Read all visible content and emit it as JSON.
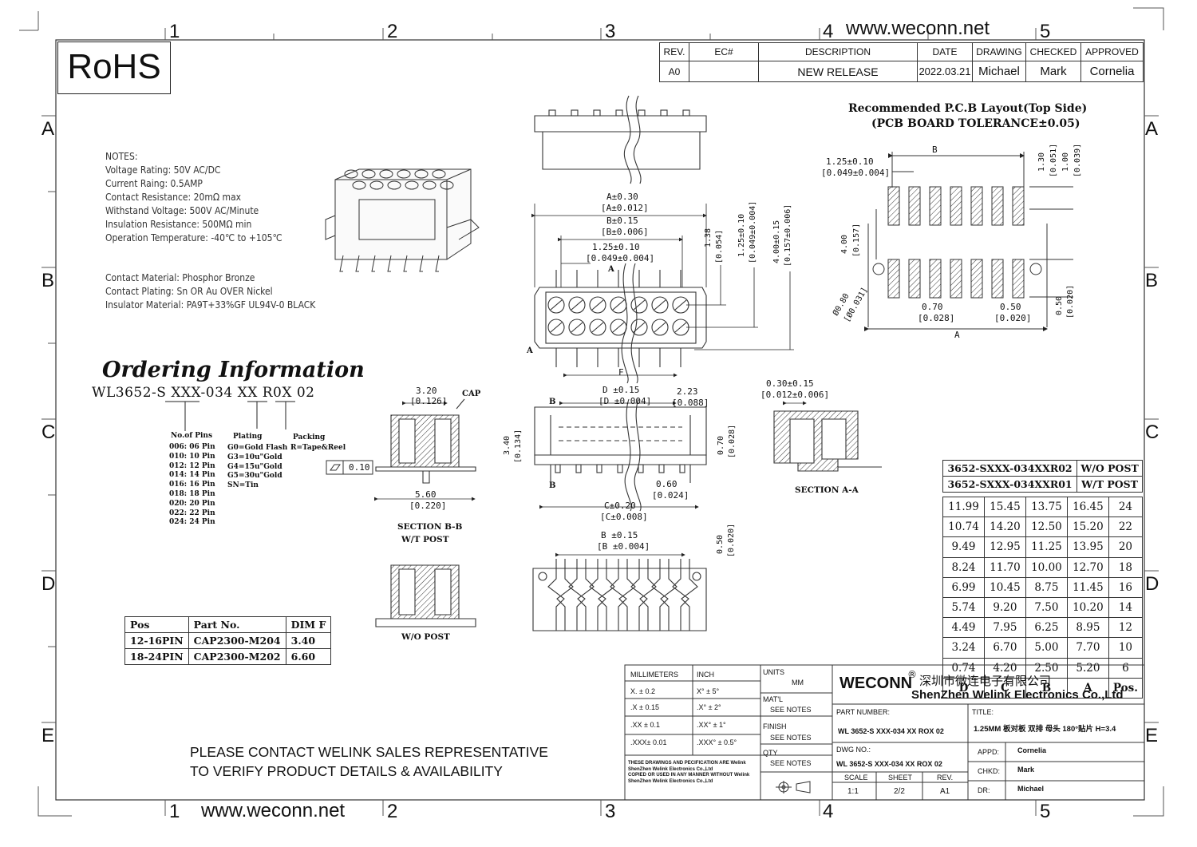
{
  "logo": {
    "rohs": "RoHS"
  },
  "website": {
    "top": "www.weconn.net",
    "bottom": "www.weconn.net"
  },
  "zones": {
    "cols": [
      "1",
      "2",
      "3",
      "4",
      "5"
    ],
    "rows": [
      "A",
      "B",
      "C",
      "D",
      "E"
    ]
  },
  "revision": {
    "headers": [
      "REV.",
      "EC#",
      "DESCRIPTION",
      "DATE",
      "DRAWING",
      "CHECKED",
      "APPROVED"
    ],
    "row": [
      "A0",
      "",
      "NEW RELEASE",
      "2022.03.21",
      "Michael",
      "Mark",
      "Cornelia"
    ]
  },
  "pcb_layout": {
    "title": "Recommended P.C.B Layout(Top Side)",
    "subtitle": "(PCB BOARD TOLERANCE±0.05)"
  },
  "notes": {
    "heading": "NOTES:",
    "lines": [
      "Voltage Rating: 50V AC/DC",
      "Current Raing: 0.5AMP",
      "Contact Resistance: 20mΩ max",
      "Withstand Voltage: 500V AC/Minute",
      "Insulation Resistance: 500MΩ min",
      "Operation Temperature: -40℃ to +105℃"
    ],
    "materials": [
      "Contact Material: Phosphor Bronze",
      "Contact Plating: Sn OR Au OVER Nickel",
      "Insulator Material: PA9T+33%GF UL94V-0 BLACK"
    ]
  },
  "ordering": {
    "title": "Ordering Information",
    "code": "WL3652-S XXX-034 XX R0X 02",
    "pins_title": "No.of Pins",
    "pins": [
      "006: 06 Pin",
      "010: 10 Pin",
      "012: 12 Pin",
      "014: 14 Pin",
      "016: 16 Pin",
      "018: 18 Pin",
      "020: 20 Pin",
      "022: 22 Pin",
      "024: 24 Pin"
    ],
    "plating_title": "Plating",
    "plating": [
      "G0=Gold Flash",
      "G3=10u\"Gold",
      "G4=15u\"Gold",
      "G5=30u\"Gold",
      "SN=Tin"
    ],
    "packing_title": "Packing",
    "packing": [
      "R=Tape&Reel"
    ]
  },
  "cap_table": {
    "headers": [
      "Pos",
      "Part No.",
      "DIM F"
    ],
    "rows": [
      [
        "12-16PIN",
        "CAP2300-M204",
        "3.40"
      ],
      [
        "18-24PIN",
        "CAP2300-M202",
        "6.60"
      ]
    ]
  },
  "part_numbers": [
    [
      "3652-SXXX-034XXR02",
      "W/O POST"
    ],
    [
      "3652-SXXX-034XXR01",
      "W/T POST"
    ]
  ],
  "dim_table": {
    "rows": [
      [
        "11.99",
        "15.45",
        "13.75",
        "16.45",
        "24"
      ],
      [
        "10.74",
        "14.20",
        "12.50",
        "15.20",
        "22"
      ],
      [
        "9.49",
        "12.95",
        "11.25",
        "13.95",
        "20"
      ],
      [
        "8.24",
        "11.70",
        "10.00",
        "12.70",
        "18"
      ],
      [
        "6.99",
        "10.45",
        "8.75",
        "11.45",
        "16"
      ],
      [
        "5.74",
        "9.20",
        "7.50",
        "10.20",
        "14"
      ],
      [
        "4.49",
        "7.95",
        "6.25",
        "8.95",
        "12"
      ],
      [
        "3.24",
        "6.70",
        "5.00",
        "7.70",
        "10"
      ],
      [
        "0.74",
        "4.20",
        "2.50",
        "5.20",
        "6"
      ]
    ],
    "footer": [
      "D",
      "C",
      "B",
      "A",
      "Pos."
    ]
  },
  "dimensions": {
    "a": "A±0.30",
    "a_in": "[A±0.012]",
    "b": "B±0.15",
    "b_in": "[B±0.006]",
    "pitch": "1.25±0.10",
    "pitch_in": "[0.049±0.004]",
    "h138": "1.38",
    "h138_in": "[0.054]",
    "v125": "1.25±0.10",
    "v125_in": "[0.049±0.004]",
    "v400": "4.00±0.15",
    "v400_in": "[0.157±0.006]",
    "f": "F",
    "d": "D ±0.15",
    "d_in": "[D ±0.004]",
    "w223": "2.23",
    "w223_in": "[0.088]",
    "h340": "3.40",
    "h340_in": "[0.134]",
    "h070": "0.70",
    "h070_in": "[0.028]",
    "w060": "0.60",
    "w060_in": "[0.024]",
    "c": "C±0.20",
    "c_in": "[C±0.008]",
    "b2": "B ±0.15",
    "b2_in": "[B ±0.004]",
    "h050": "0.50",
    "h050_in": "[0.020]",
    "w320": "3.20",
    "w320_in": "[0.126]",
    "cap": "CAP",
    "flat": "0.10",
    "w560": "5.60",
    "w560_in": "[0.220]",
    "sec_a": "0.30±0.15",
    "sec_a_in": "[0.012±0.006]",
    "pcb_pitch": "1.25±0.10",
    "pcb_pitch_in": "[0.049±0.004]",
    "pcb_b": "B",
    "pcb_130": "1.30",
    "pcb_130_in": "[0.051]",
    "pcb_100": "1.00",
    "pcb_100_in": "[0.039]",
    "pcb_400": "4.00",
    "pcb_400_in": "[0.157]",
    "pcb_080": "Ø0.80",
    "pcb_080_in": "[Ø0.031]",
    "pcb_070": "0.70",
    "pcb_070_in": "[0.028]",
    "pcb_050": "0.50",
    "pcb_050_in": "[0.020]",
    "pcb_050v": "0.50",
    "pcb_050v_in": "[0.020]",
    "pcb_a": "A",
    "mark_a": "A",
    "mark_b": "B"
  },
  "sections": {
    "bb": "SECTION B-B",
    "bb_sub": "W/T POST",
    "wo": "W/O POST",
    "aa": "SECTION A-A"
  },
  "contact_note": [
    "PLEASE CONTACT WELINK SALES REPRESENTATIVE",
    "TO VERIFY PRODUCT DETAILS & AVAILABILITY"
  ],
  "title_block": {
    "millimeters": "MILLIMETERS",
    "inch": "INCH",
    "tol_mm": [
      "X.  ± 0.2",
      ".X  ± 0.15",
      ".XX ± 0.1",
      ".XXX± 0.01"
    ],
    "tol_in": [
      "X°  ± 5°",
      ".X°  ± 2°",
      ".XX°  ± 1°",
      ".XXX° ± 0.5°"
    ],
    "units_label": "UNITS",
    "units": "MM",
    "matl_label": "MAT'L",
    "matl": "SEE NOTES",
    "finish_label": "FINISH",
    "finish": "SEE NOTES",
    "qty_label": "QTY",
    "qty": "SEE NOTES",
    "disclaimer": [
      "THESE DRAWINGS AND PECIFICATION  ARE Welink",
      "ShenZhen Welink Electronics Co.,Ltd",
      " COPIED OR USED IN ANY MANNER WITHOUT Welink",
      "ShenZhen Welink Electronics Co.,Ltd"
    ],
    "brand": "WECONN",
    "company_cn": "深圳市微连电子有限公司",
    "company_en": "ShenZhen Welink Electronics Co.,Ltd",
    "part_number_label": "PART NUMBER:",
    "part_number": "WL 3652-S XXX-034 XX ROX 02",
    "title_label": "TITLE:",
    "title": "1.25MM 板对板 双排 母头 180°贴片 H=3.4",
    "dwg_label": "DWG NO.:",
    "dwg": "WL 3652-S XXX-034 XX ROX 02",
    "scale_label": "SCALE",
    "scale": "1:1",
    "sheet_label": "SHEET",
    "sheet": "2/2",
    "rev_label": "REV.",
    "rev": "A1",
    "appd_label": "APPD:",
    "appd": "Cornelia",
    "chkd_label": "CHKD:",
    "chkd": "Mark",
    "dr_label": "DR:",
    "dr": "Michael"
  }
}
